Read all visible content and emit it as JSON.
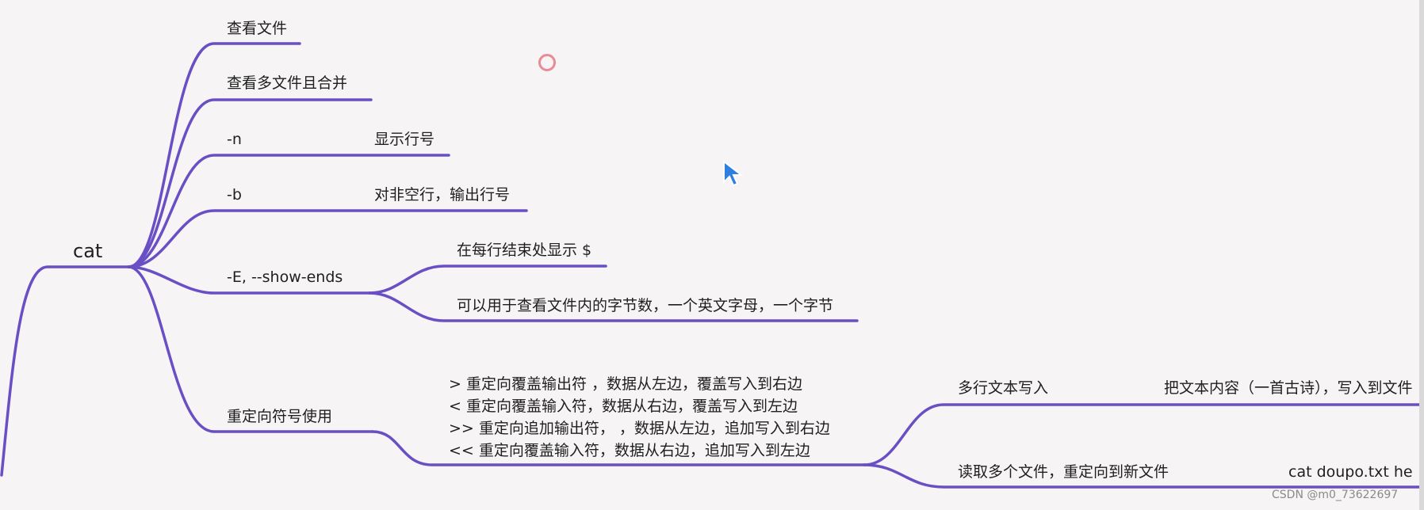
{
  "root": {
    "label": "cat"
  },
  "branches": [
    {
      "label": "查看文件"
    },
    {
      "label": "查看多文件且合并"
    },
    {
      "label": "-n",
      "desc": "显示行号"
    },
    {
      "label": "-b",
      "desc": "对非空行，输出行号"
    },
    {
      "label": "-E, --show-ends",
      "children": [
        "在每行结束处显示 $",
        "可以用于查看文件内的字节数，一个英文字母，一个字节"
      ]
    },
    {
      "label": "重定向符号使用",
      "symbols": [
        ">   重定向覆盖输出符  ，数据从左边，覆盖写入到右边",
        "<   重定向覆盖输入符，数据从右边，覆盖写入到左边",
        ">>  重定向追加输出符，  ，数据从左边，追加写入到右边",
        "<<  重定向覆盖输入符，数据从右边，追加写入到左边"
      ],
      "children": [
        {
          "label": "多行文本写入",
          "desc": "把文本内容（一首古诗），写入到文件"
        },
        {
          "label": "读取多个文件，重定向到新文件",
          "desc": "cat  doupo.txt   he"
        }
      ]
    }
  ],
  "watermark": "CSDN @m0_73622697",
  "colors": {
    "line": "#6a4fc4",
    "background": "#f6f4f5",
    "ring": "#e88b95",
    "cursor": "#2f7fe0"
  }
}
